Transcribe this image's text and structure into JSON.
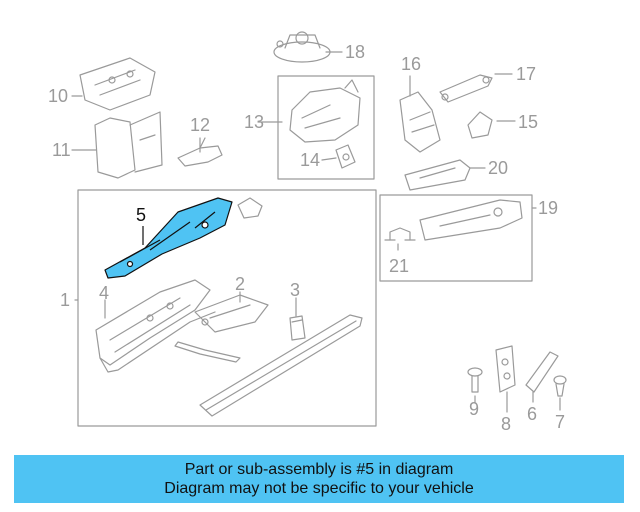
{
  "callouts": {
    "c1": "1",
    "c2": "2",
    "c3": "3",
    "c4": "4",
    "c5": "5",
    "c6": "6",
    "c7": "7",
    "c8": "8",
    "c9": "9",
    "c10": "10",
    "c11": "11",
    "c12": "12",
    "c13": "13",
    "c14": "14",
    "c15": "15",
    "c16": "16",
    "c17": "17",
    "c18": "18",
    "c19": "19",
    "c20": "20",
    "c21": "21"
  },
  "highlight_part": "5",
  "colors": {
    "highlight": "#4fc3f3",
    "line": "#9a9a9a",
    "banner": "#4fc3f3"
  },
  "banner": {
    "line1": "Part or sub-assembly is #5 in diagram",
    "line2": "Diagram may not be specific to your vehicle"
  }
}
